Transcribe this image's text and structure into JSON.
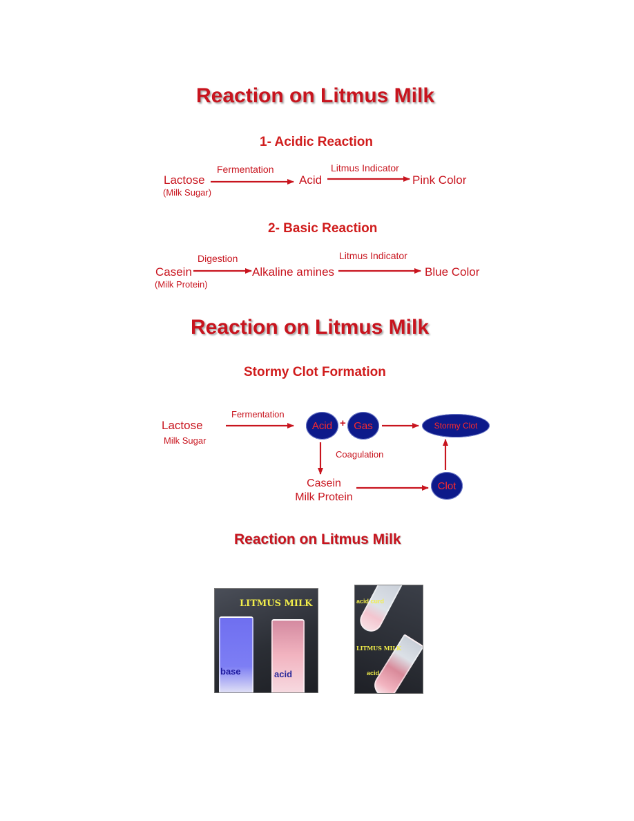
{
  "section1": {
    "title": "Reaction on Litmus Milk",
    "acidic": {
      "heading": "1- Acidic Reaction",
      "start": "Lactose",
      "start_note": "(Milk Sugar)",
      "step1": "Fermentation",
      "middle": "Acid",
      "step2": "Litmus Indicator",
      "end": "Pink Color"
    },
    "basic": {
      "heading": "2- Basic Reaction",
      "start": "Casein",
      "start_note": "(Milk Protein)",
      "step1": "Digestion",
      "middle": "Alkaline amines",
      "step2": "Litmus Indicator",
      "end": "Blue Color"
    }
  },
  "section2": {
    "title": "Reaction on Litmus Milk",
    "heading": "Stormy Clot Formation",
    "start": "Lactose",
    "start_note": "Milk Sugar",
    "fermentation": "Fermentation",
    "acid": "Acid",
    "plus": "+",
    "gas": "Gas",
    "stormy_clot": "Stormy Clot",
    "coagulation": "Coagulation",
    "casein": "Casein",
    "casein_note": "Milk Protein",
    "clot": "Clot"
  },
  "section3": {
    "title": "Reaction on Litmus Milk",
    "photo1": {
      "caption": "LITMUS MILK",
      "left_label": "base",
      "right_label": "acid"
    },
    "photo2": {
      "top_label": "acid curd",
      "caption": "LITMUS MILK",
      "bottom_label": "acid"
    }
  },
  "colors": {
    "accent": "#c8141e",
    "node_fill": "#0d1a8a",
    "node_text": "#ff2a2a",
    "base_tube": "#6f6ff0",
    "acid_tube": "#f2b4c0"
  }
}
